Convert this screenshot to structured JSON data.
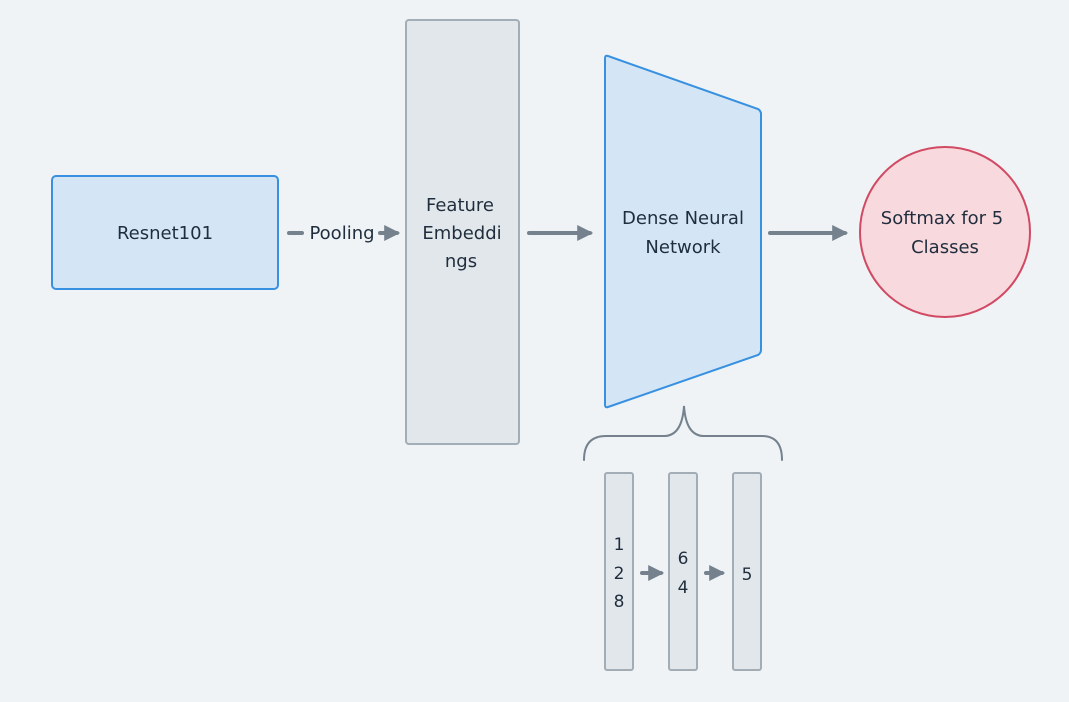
{
  "diagram": {
    "nodes": {
      "resnet": {
        "label": "Resnet101"
      },
      "feature": {
        "label_lines": [
          "Feature",
          "Embeddi",
          "ngs"
        ]
      },
      "dense": {
        "label_lines": [
          "Dense Neural",
          "Network"
        ]
      },
      "softmax": {
        "label_lines": [
          "Softmax for 5",
          "Classes"
        ]
      }
    },
    "edges": {
      "pooling": {
        "label": "Pooling"
      }
    },
    "layers": [
      {
        "digits": [
          "1",
          "2",
          "8"
        ]
      },
      {
        "digits": [
          "6",
          "4"
        ]
      },
      {
        "digits": [
          "5"
        ]
      }
    ]
  }
}
